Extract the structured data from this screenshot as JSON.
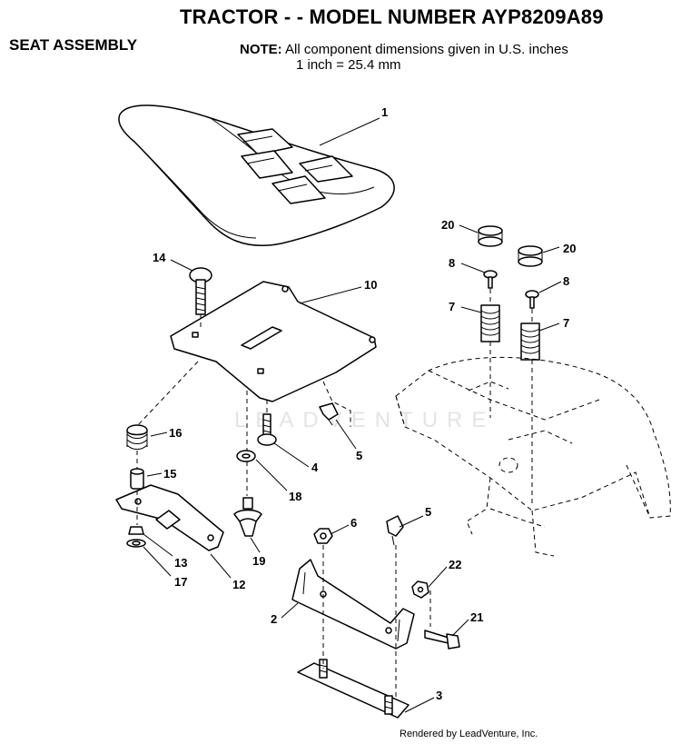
{
  "header": {
    "title": "TRACTOR - - MODEL NUMBER AYP8209A89",
    "section": "SEAT ASSEMBLY",
    "note_label": "NOTE:",
    "note_line1": "All component dimensions given in U.S. inches",
    "note_line2": "1 inch = 25.4 mm"
  },
  "watermark": "LEADVENTURE",
  "footer": {
    "credit": "Rendered by LeadVenture, Inc."
  },
  "callouts": {
    "c1": "1",
    "c2": "2",
    "c3": "3",
    "c4": "4",
    "c5a": "5",
    "c5b": "5",
    "c6": "6",
    "c7a": "7",
    "c7b": "7",
    "c8a": "8",
    "c8b": "8",
    "c10": "10",
    "c12": "12",
    "c13": "13",
    "c14": "14",
    "c15": "15",
    "c16": "16",
    "c17": "17",
    "c18": "18",
    "c19": "19",
    "c20a": "20",
    "c20b": "20",
    "c21": "21",
    "c22": "22"
  }
}
